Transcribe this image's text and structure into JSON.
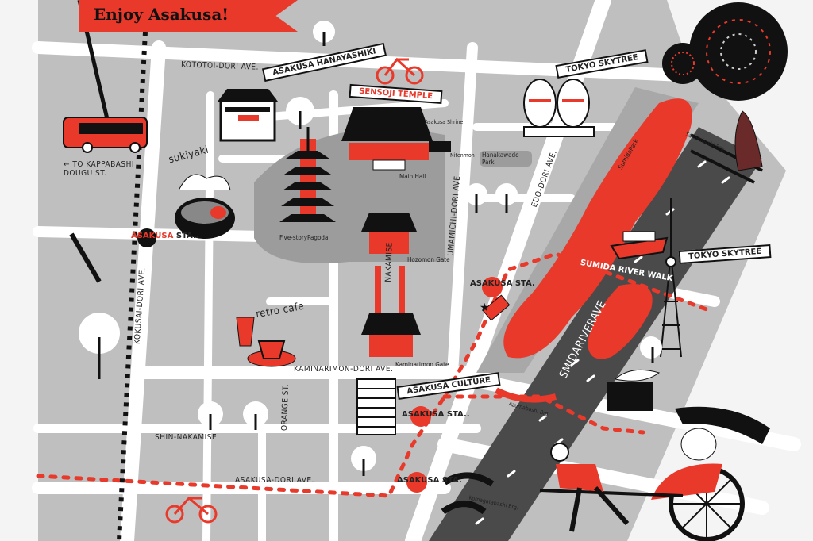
{
  "title": "Enjoy Asakusa!",
  "colors": {
    "accent": "#e8392b",
    "block": "#bfbfbf",
    "road": "#ffffff",
    "river": "#4a4a4a",
    "ink": "#111111"
  },
  "streets": {
    "kototoi": "KOTOTOI-DORI AVE.",
    "kokusai": "KOKUSAI-DORI AVE.",
    "umamichi": "UMAMICHI-DORI AVE.",
    "edo": "EDO-DORI AVE.",
    "kaminarimon": "KAMINARIMON-DORI AVE.",
    "orange": "ORANGE ST.",
    "shin_nakamise": "SHIN-NAKAMISE",
    "asakusa_dori": "ASAKUSA-DORI AVE.",
    "nakamise": "NAKAMISE",
    "river_ave": "SMIDARIVERAVE"
  },
  "directions": {
    "kappabashi": "← TO KAPPABASHI DOUGU ST."
  },
  "banners": {
    "hanayashiki": "ASAKUSA HANAYASHIKI",
    "sensoji": "SENSOJI TEMPLE",
    "skytree_top": "TOKYO SKYTREE",
    "skytree_right": "TOKYO SKYTREE",
    "river_walk": "SUMIDA RIVER WALK",
    "culture": "ASAKUSA CULTURE"
  },
  "places": {
    "sukiyaki": "sukiyaki",
    "retro_cafe": "retro cafe",
    "main_hall": "Main Hall",
    "pagoda": "Five-storyPagoda",
    "hozomon": "Hozomon Gate",
    "kaminarimon_gate": "Kaminarimon Gate",
    "asakusa_shrine": "Asakusa Shrine",
    "nitenmon": "Nitenmon",
    "hanakawado": "Hanakawado Park",
    "sumida_park": "SumidaPark",
    "sakurabashi": "Sakurabashi Brg.",
    "azumabashi": "Azumabashi Brg.",
    "komagatabashi": "Komagatabashi Brg."
  },
  "stations": [
    {
      "name": "ASAKUSA",
      "suffix": "STA.."
    },
    {
      "name": "ASAKUSA",
      "suffix": "STA."
    },
    {
      "name": "ASAKUSA",
      "suffix": "STA.."
    },
    {
      "name": "ASAKUSA",
      "suffix": "STA."
    }
  ]
}
